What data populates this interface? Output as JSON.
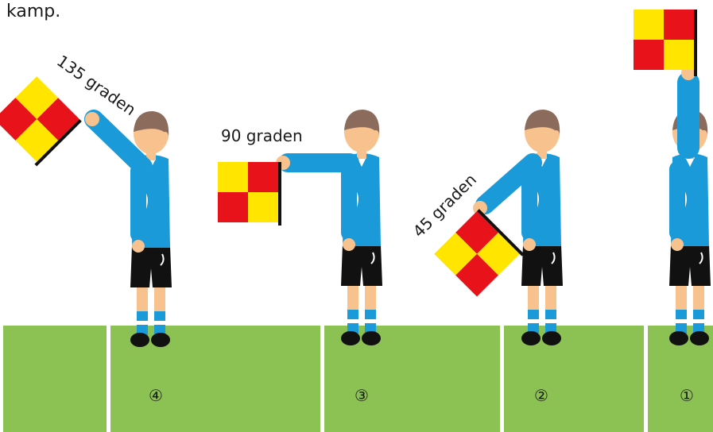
{
  "top_text": "kamp.",
  "angle_labels": {
    "a135": "135 graden",
    "a90": "90 graden",
    "a45": "45 graden"
  },
  "position_markers": [
    "④",
    "③",
    "②",
    "①"
  ],
  "colors": {
    "grass": "#8cc153",
    "shirt": "#1a9ad9",
    "shorts": "#111111",
    "skin": "#f7c28e",
    "hair": "#8b6b5c",
    "flag_red": "#e8131a",
    "flag_yellow": "#ffe500"
  }
}
